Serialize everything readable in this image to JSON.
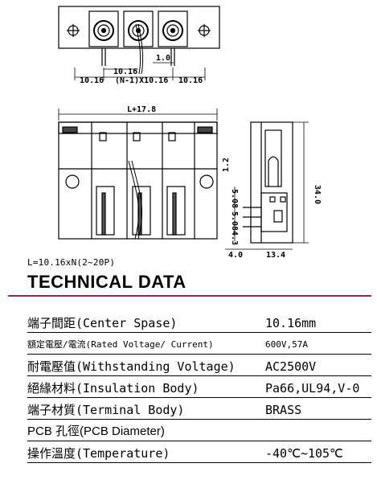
{
  "dimensions": {
    "pitch_left": "10.16",
    "pitch_between": "10.16",
    "pitch_formula": "(N-1)X10.16",
    "pitch_right": "10.16",
    "pin_width": "1.0",
    "total_length": "L+17.8",
    "height_34": "34.0",
    "depth_13_4": "13.4",
    "offset_4_0": "4.0",
    "gap_1_2": "1.2",
    "pin_5_08_a": "5.08",
    "pin_5_08_b": "5.08",
    "pin_4_3": "4.3"
  },
  "range_note": "L=10.16xN(2~20P)",
  "section_title": "TECHNICAL DATA",
  "specs": [
    {
      "label": "端子間距(Center Spase)",
      "value": "10.16mm"
    },
    {
      "label": "額定電壓/電流(Rated Voltage/ Current)",
      "value": "600V,57A"
    },
    {
      "label": "耐電壓值(Withstanding Voltage)",
      "value": "AC2500V"
    },
    {
      "label": "絕緣材料(Insulation Body)",
      "value": "Pa66,UL94,V-0"
    },
    {
      "label": "端子材質(Terminal Body)",
      "value": "BRASS"
    },
    {
      "label": "PCB 孔徑(PCB Diameter)",
      "value": ""
    },
    {
      "label": "操作溫度(Temperature)",
      "value": "-40℃~105℃"
    }
  ]
}
